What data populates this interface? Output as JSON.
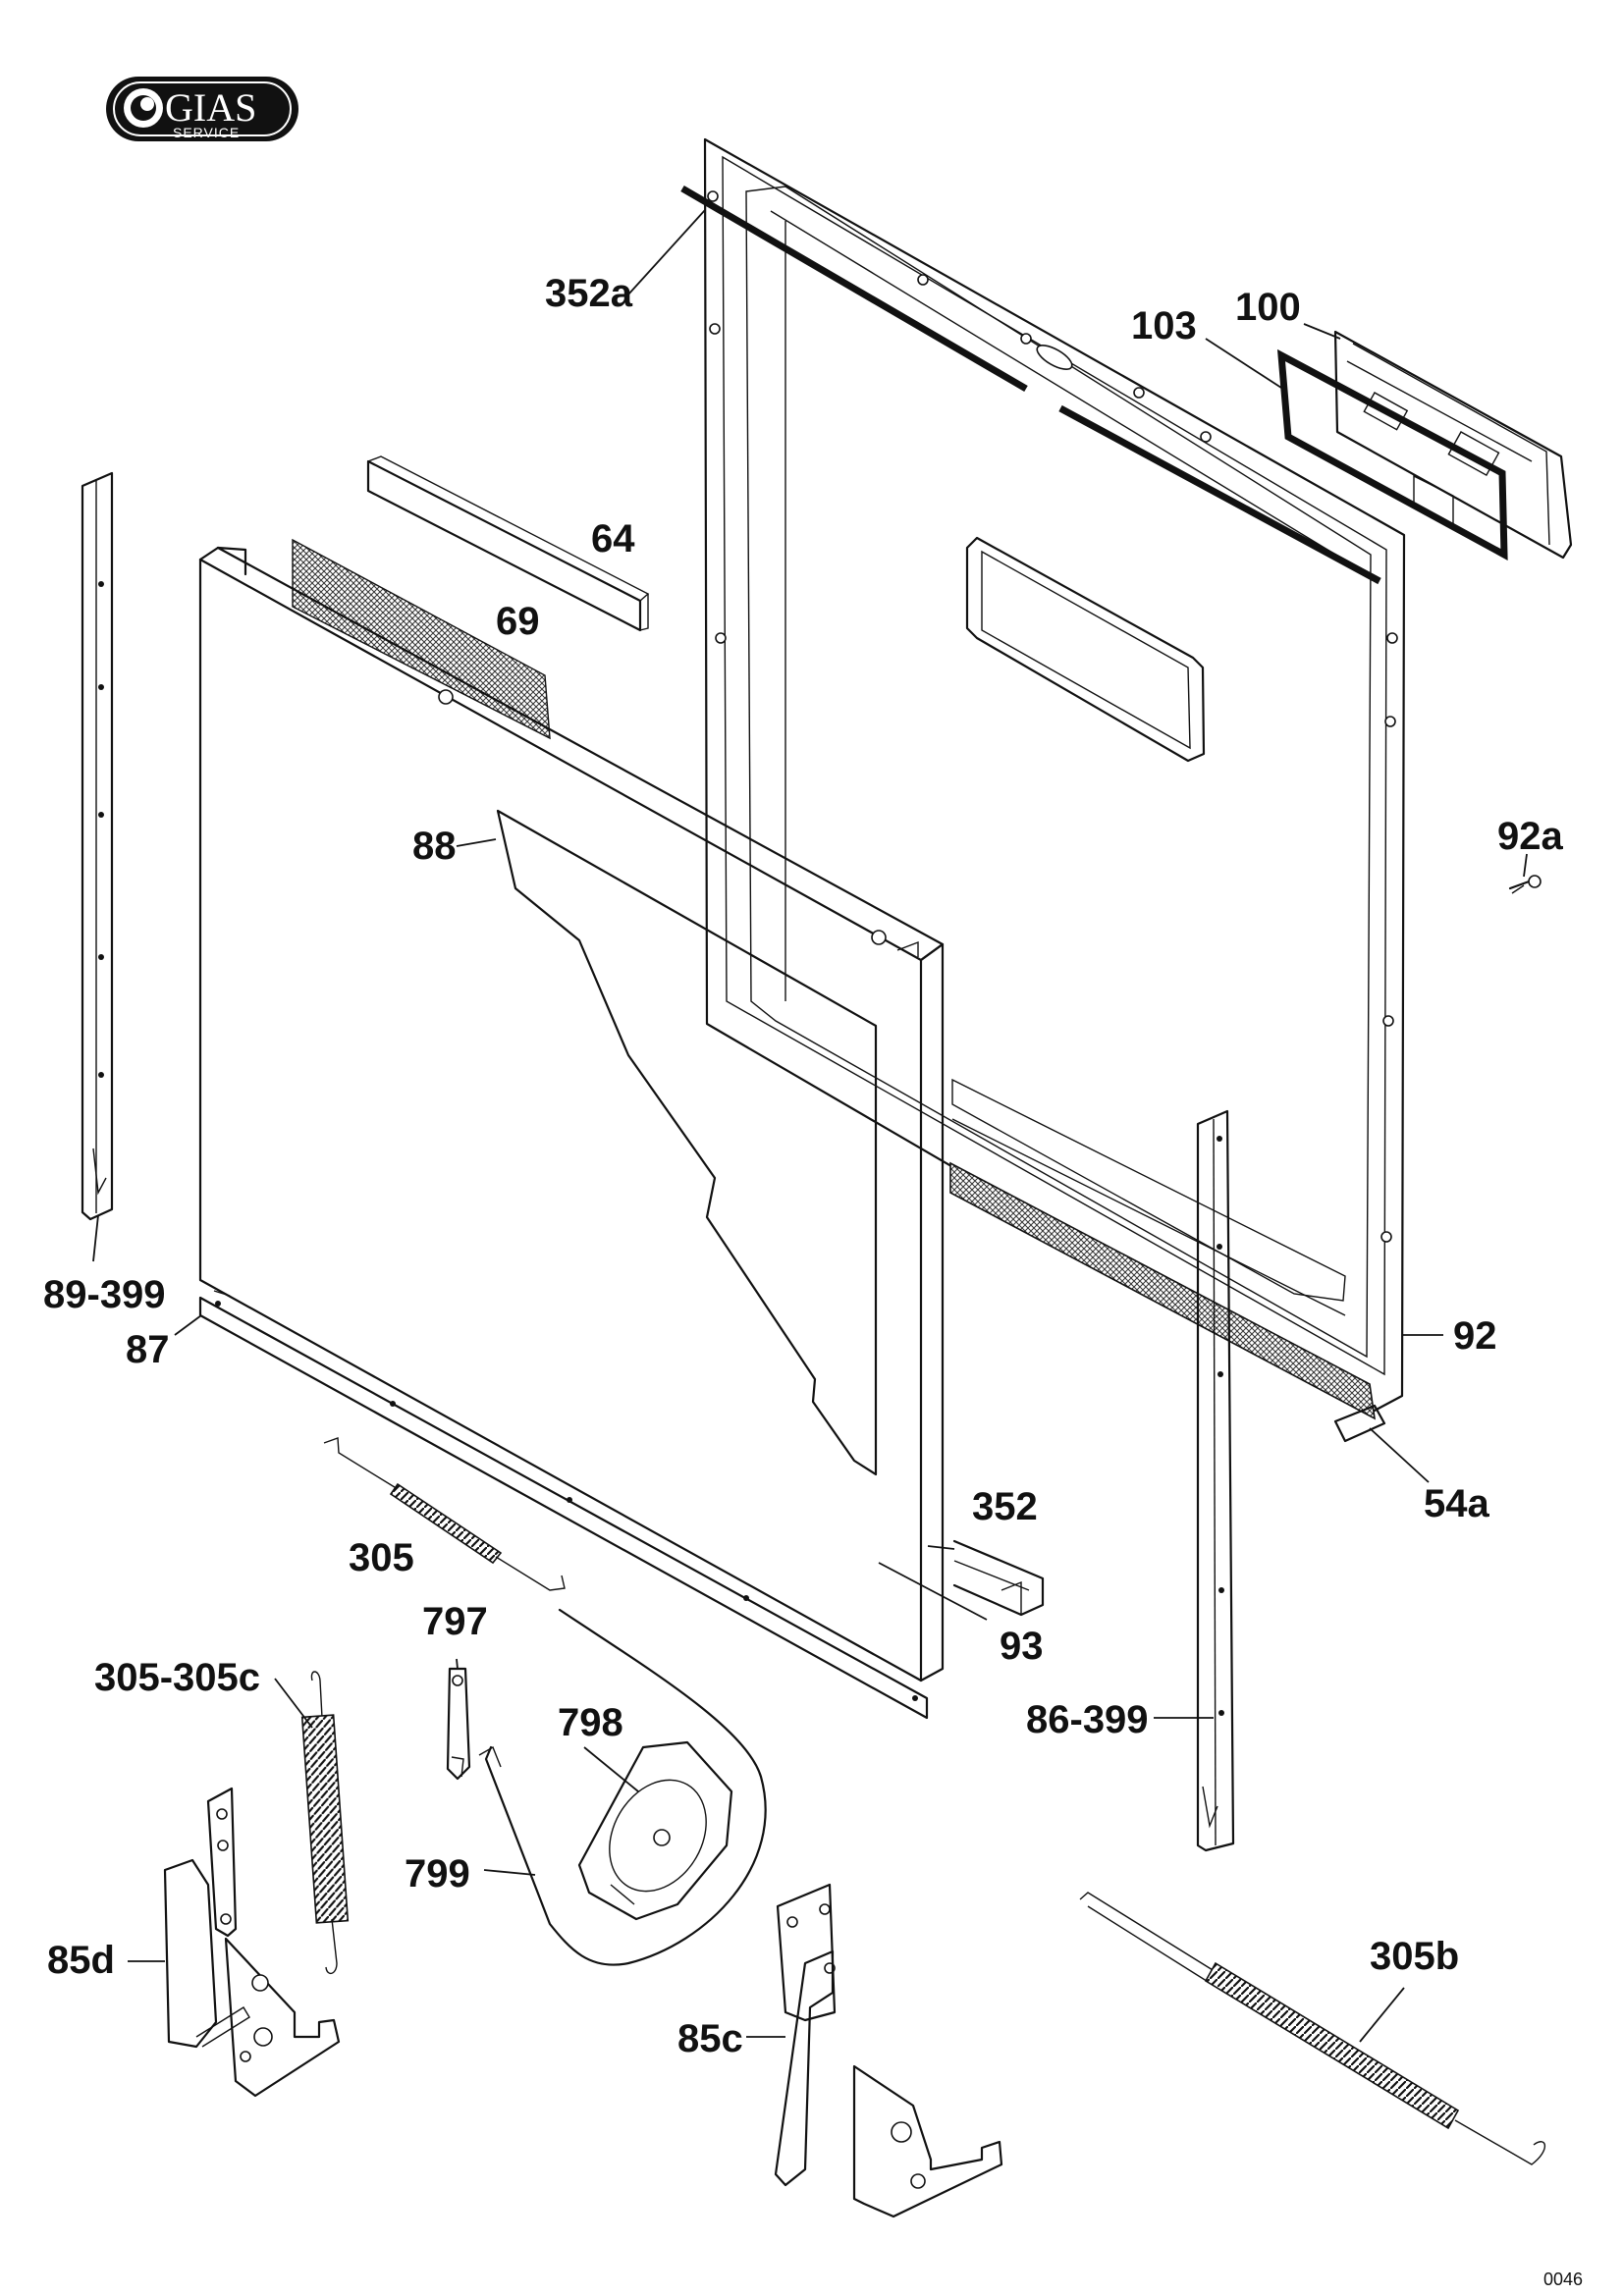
{
  "logo": {
    "brand": "GIAS",
    "sub": "SERVICE"
  },
  "plate_code": "0046",
  "part_labels": {
    "p352a": "352a",
    "p103": "103",
    "p100": "100",
    "p64": "64",
    "p69": "69",
    "p88": "88",
    "p92a": "92a",
    "p89_399": "89-399",
    "p87": "87",
    "p92": "92",
    "p54a": "54a",
    "p352": "352",
    "p305": "305",
    "p93": "93",
    "p797": "797",
    "p305_305c": "305-305c",
    "p798": "798",
    "p86_399": "86-399",
    "p799": "799",
    "p85d": "85d",
    "p305b": "305b",
    "p85c": "85c"
  }
}
